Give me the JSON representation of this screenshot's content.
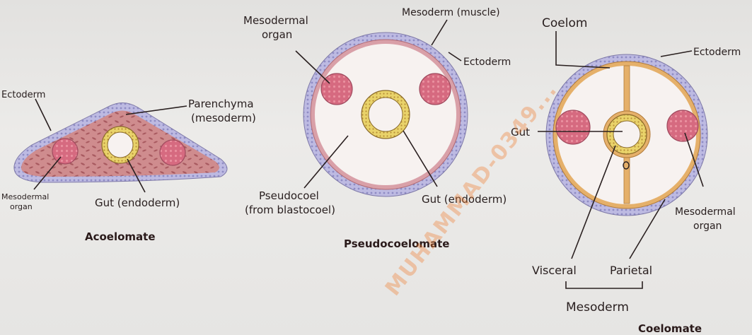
{
  "colors": {
    "ectoderm": "#b9b6df",
    "body": "#c4727a",
    "cavity": "#f7f2f0",
    "gut_lining": "#e9d36a",
    "organ": "#d66a80",
    "mesoderm_muscle": "#d9a0a8",
    "watermark": "#f07828"
  },
  "watermark": "MUHAMMAD-0349...",
  "acoelomate": {
    "caption": "Acoelomate",
    "ectoderm": "Ectoderm",
    "parenchyma": "Parenchyma",
    "parenchyma_sub": "(mesoderm)",
    "mesodermal_organ_1": "Mesodermal",
    "mesodermal_organ_2": "organ",
    "gut": "Gut (endoderm)"
  },
  "pseudocoelomate": {
    "caption": "Pseudocoelomate",
    "mesodermal_organ_1": "Mesodermal",
    "mesodermal_organ_2": "organ",
    "mesoderm_muscle": "Mesoderm (muscle)",
    "ectoderm": "Ectoderm",
    "pseudocoel": "Pseudocoel",
    "pseudocoel_sub": "(from blastocoel)",
    "gut": "Gut (endoderm)"
  },
  "coelomate": {
    "caption": "Coelomate",
    "coelom": "Coelom",
    "ectoderm": "Ectoderm",
    "gut": "Gut",
    "mesodermal_organ_1": "Mesodermal",
    "mesodermal_organ_2": "organ",
    "visceral": "Visceral",
    "parietal": "Parietal",
    "mesoderm": "Mesoderm"
  }
}
